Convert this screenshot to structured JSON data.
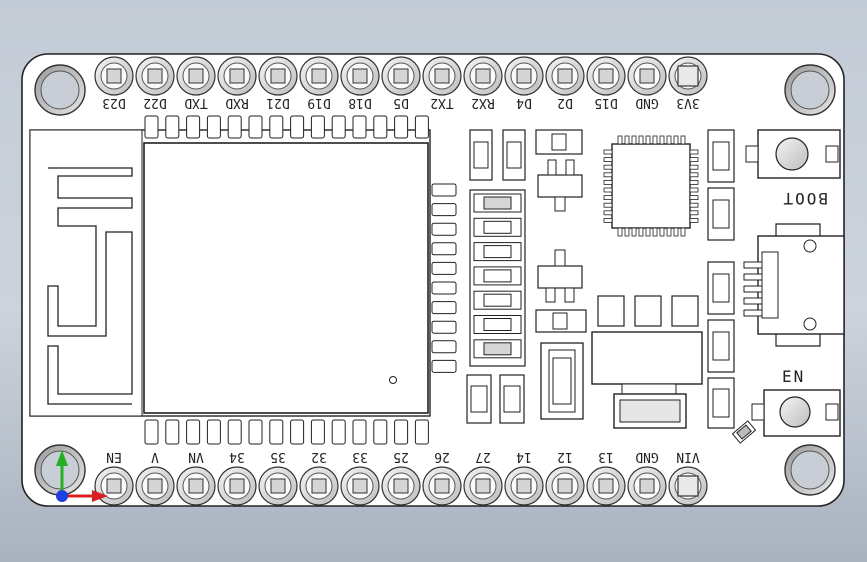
{
  "board": {
    "top_header_labels": [
      "D23",
      "D22",
      "TXD",
      "RXD",
      "D21",
      "D19",
      "D18",
      "D5",
      "TX2",
      "RX2",
      "D4",
      "D2",
      "D15",
      "GND",
      "3V3"
    ],
    "bottom_header_labels": [
      "EN",
      "V",
      "VN",
      "34",
      "35",
      "32",
      "33",
      "25",
      "26",
      "27",
      "14",
      "12",
      "13",
      "GND",
      "VIN"
    ],
    "boot_label": "BOOT",
    "en_label": "EN"
  },
  "triad_axes": [
    "x",
    "y",
    "z"
  ],
  "colors": {
    "board": "#ffffff",
    "outline": "#222222",
    "axis_x": "#d92020",
    "axis_y": "#22b022",
    "axis_z": "#1f3fe0"
  }
}
